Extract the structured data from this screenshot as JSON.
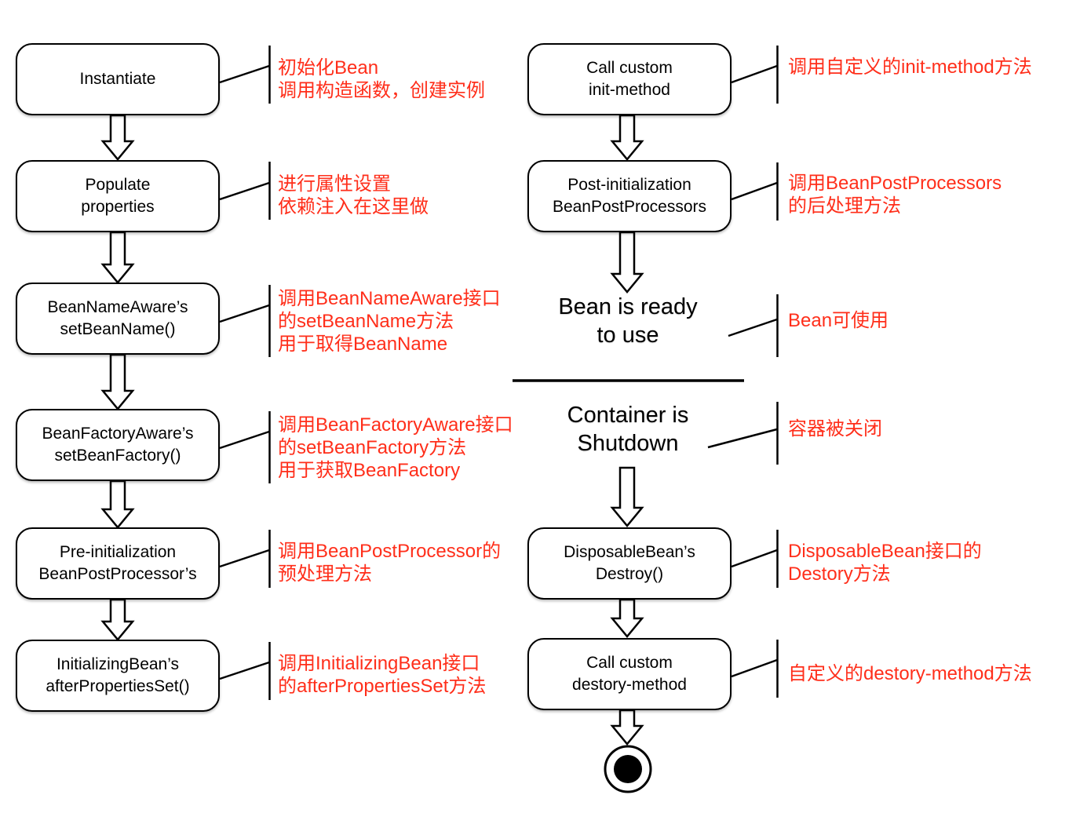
{
  "colors": {
    "annotation_red": "#ff2e1a",
    "line_black": "#000000",
    "box_fill": "#ffffff"
  },
  "left": {
    "boxes": [
      {
        "lines": [
          "Instantiate"
        ]
      },
      {
        "lines": [
          "Populate",
          "properties"
        ]
      },
      {
        "lines": [
          "BeanNameAware’s",
          "setBeanName()"
        ]
      },
      {
        "lines": [
          "BeanFactoryAware’s",
          "setBeanFactory()"
        ]
      },
      {
        "lines": [
          "Pre-initialization",
          "BeanPostProcessor’s"
        ]
      },
      {
        "lines": [
          "InitializingBean’s",
          "afterPropertiesSet()"
        ]
      }
    ],
    "annotations": [
      {
        "lines": [
          "初始化Bean",
          "调用构造函数，创建实例"
        ]
      },
      {
        "lines": [
          "进行属性设置",
          "依赖注入在这里做"
        ]
      },
      {
        "lines": [
          "调用BeanNameAware接口",
          "的setBeanName方法",
          "用于取得BeanName"
        ]
      },
      {
        "lines": [
          "调用BeanFactoryAware接口",
          "的setBeanFactory方法",
          "用于获取BeanFactory"
        ]
      },
      {
        "lines": [
          "调用BeanPostProcessor的",
          "预处理方法"
        ]
      },
      {
        "lines": [
          "调用InitializingBean接口",
          "的afterPropertiesSet方法"
        ]
      }
    ]
  },
  "right": {
    "boxes": [
      {
        "lines": [
          "Call custom",
          "init-method"
        ]
      },
      {
        "lines": [
          "Post-initialization",
          "BeanPostProcessors"
        ]
      },
      {
        "lines": [
          "DisposableBean’s",
          "Destroy()"
        ]
      },
      {
        "lines": [
          "Call custom",
          "destory-method"
        ]
      }
    ],
    "states": [
      {
        "lines": [
          "Bean is ready",
          "to use"
        ]
      },
      {
        "lines": [
          "Container is",
          "Shutdown"
        ]
      }
    ],
    "annotations": [
      {
        "lines": [
          "调用自定义的init-method方法"
        ]
      },
      {
        "lines": [
          "调用BeanPostProcessors",
          "的后处理方法"
        ]
      },
      {
        "lines": [
          "Bean可使用"
        ]
      },
      {
        "lines": [
          "容器被关闭"
        ]
      },
      {
        "lines": [
          "DisposableBean接口的",
          "Destory方法"
        ]
      },
      {
        "lines": [
          "自定义的destory-method方法"
        ]
      }
    ]
  }
}
